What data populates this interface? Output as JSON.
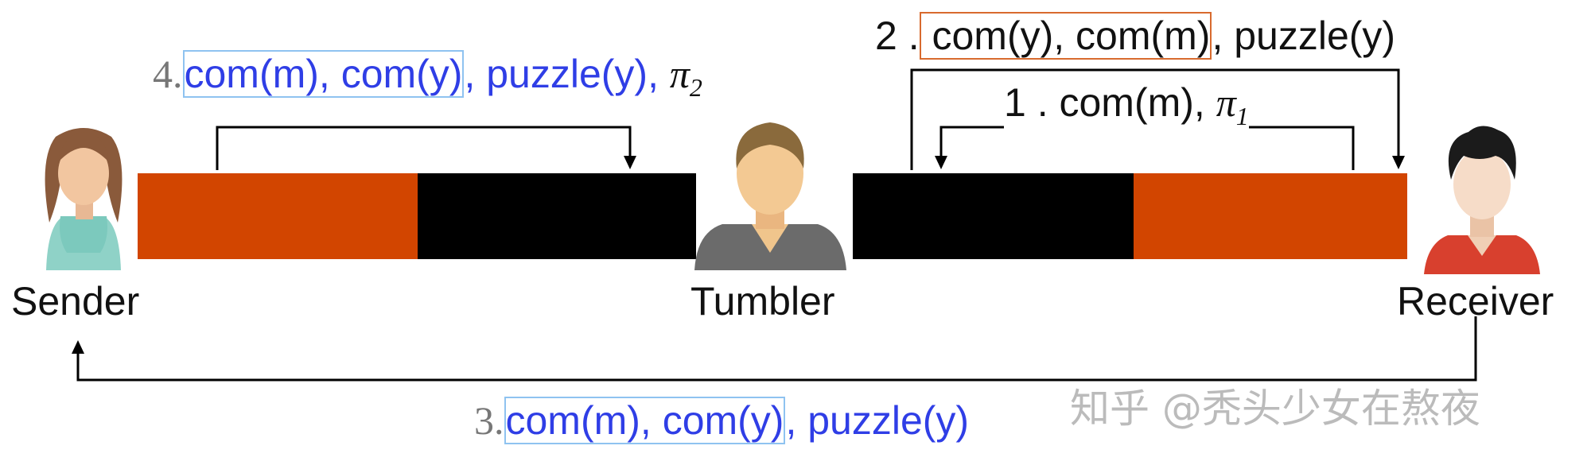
{
  "actors": {
    "sender": "Sender",
    "tumbler": "Tumbler",
    "receiver": "Receiver"
  },
  "messages": {
    "m1": {
      "num": "1 .",
      "text": " com(m), ",
      "pi": "π",
      "sub": "1"
    },
    "m2": {
      "num": "2 .",
      "boxed": " com(y), com(m)",
      "rest": ", puzzle(y)"
    },
    "m3": {
      "num": "3.",
      "boxed": "com(m), com(y)",
      "rest": ", puzzle(y)"
    },
    "m4": {
      "num": "4.",
      "boxed": "com(m), com(y)",
      "rest": ", puzzle(y), ",
      "pi": "π",
      "sub": "2"
    }
  },
  "watermark": "知乎 @秃头少女在熬夜",
  "colors": {
    "orange": "#d24500",
    "black": "#000000",
    "blue": "#2f3ee6"
  }
}
